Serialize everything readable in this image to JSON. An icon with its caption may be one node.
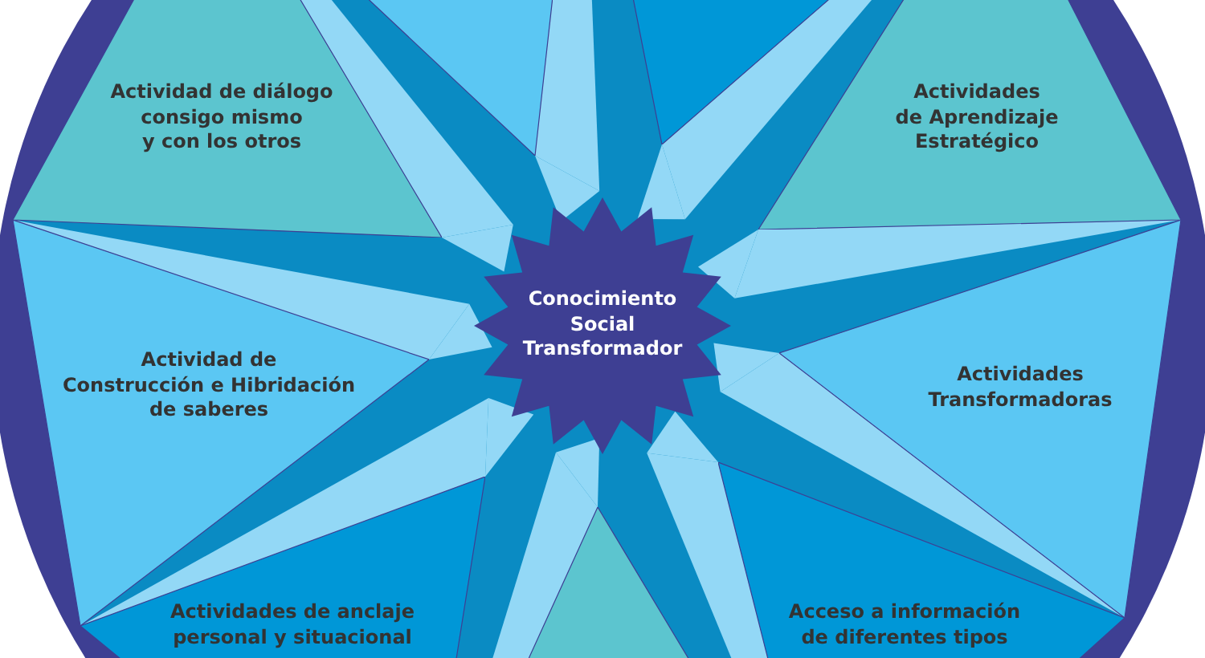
{
  "diagram": {
    "nodes": [
      {
        "text": [
          "Actividad de diálogo consigo mismo y con los otros"
        ]
      },
      {
        "text": [],
        "shape": "triangle"
      },
      {
        "text": [],
        "shape": "triangle"
      },
      {
        "text": [
          "Actividades de Aprendizaje Estratégico"
        ]
      },
      {
        "text": [
          "Conocimiento Social Transformador"
        ]
      },
      {
        "text": [
          "Actividad de Construcción e Hibridación de saberes"
        ]
      },
      {
        "text": [
          "Actividades Transformadoras"
        ]
      },
      {
        "text": [
          "Actividades de anclaje personal y situacional"
        ]
      },
      {
        "text": [],
        "shape": "triangle"
      },
      {
        "text": [
          "Acceso a información de diferentes tipos"
        ]
      }
    ]
  }
}
